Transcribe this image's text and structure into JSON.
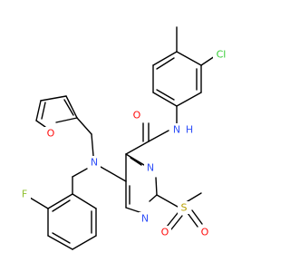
{
  "molecule": {
    "atoms": [
      {
        "id": "Cl1",
        "text": "Cl",
        "color": "#33cc33"
      },
      {
        "id": "N_amide",
        "text": "N",
        "color": "#3050f8"
      },
      {
        "id": "H_amide",
        "text": "H",
        "color": "#3050f8"
      },
      {
        "id": "O_amide",
        "text": "O",
        "color": "#ff0d0d"
      },
      {
        "id": "O_furan",
        "text": "O",
        "color": "#ff0d0d"
      },
      {
        "id": "N_amine",
        "text": "N",
        "color": "#3050f8"
      },
      {
        "id": "N_pyr3",
        "text": "N",
        "color": "#3050f8"
      },
      {
        "id": "N_pyr1",
        "text": "N",
        "color": "#3050f8"
      },
      {
        "id": "S",
        "text": "S",
        "color": "#b8a000"
      },
      {
        "id": "O_s1",
        "text": "O",
        "color": "#ff0d0d"
      },
      {
        "id": "O_s2",
        "text": "O",
        "color": "#ff0d0d"
      },
      {
        "id": "F",
        "text": "F",
        "color": "#90c030"
      }
    ]
  }
}
